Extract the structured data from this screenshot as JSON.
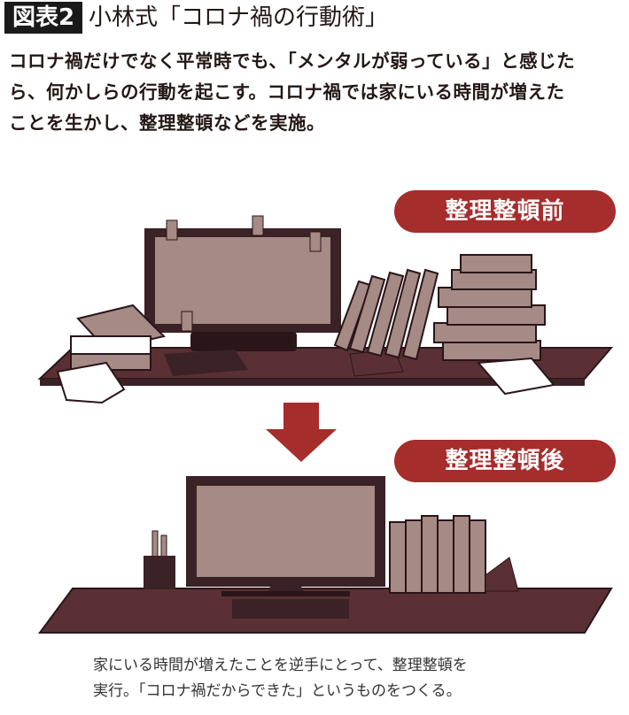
{
  "header": {
    "tag": "図表2",
    "title": "小林式「コロナ禍の行動術」"
  },
  "intro": {
    "lines": [
      "コロナ禍だけでなく平常時でも、「メンタルが弱っている」と感じた",
      "ら、何かしらの行動を起こす。コロナ禍では家にいる時間が増えた",
      "ことを生かし、整理整頓などを実施。"
    ]
  },
  "before": {
    "label": "整理整頓前"
  },
  "after": {
    "label": "整理整頓後"
  },
  "caption": {
    "lines": [
      "家にいる時間が増えたことを逆手にとって、整理整頓を",
      "実行。「コロナ禍だからできた」というものをつくる。"
    ]
  },
  "colors": {
    "accent": "#a52d2b",
    "desk": "#5a3034",
    "screen": "#a58a86",
    "dark": "#3a2226"
  }
}
